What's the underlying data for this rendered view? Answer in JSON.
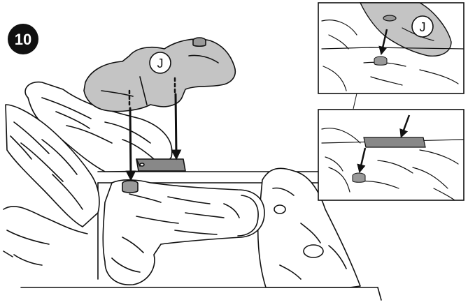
{
  "step": {
    "number": "10"
  },
  "main_view": {
    "part_label": "J"
  },
  "detail_top": {
    "part_label": "J"
  },
  "detail_bottom": {}
}
